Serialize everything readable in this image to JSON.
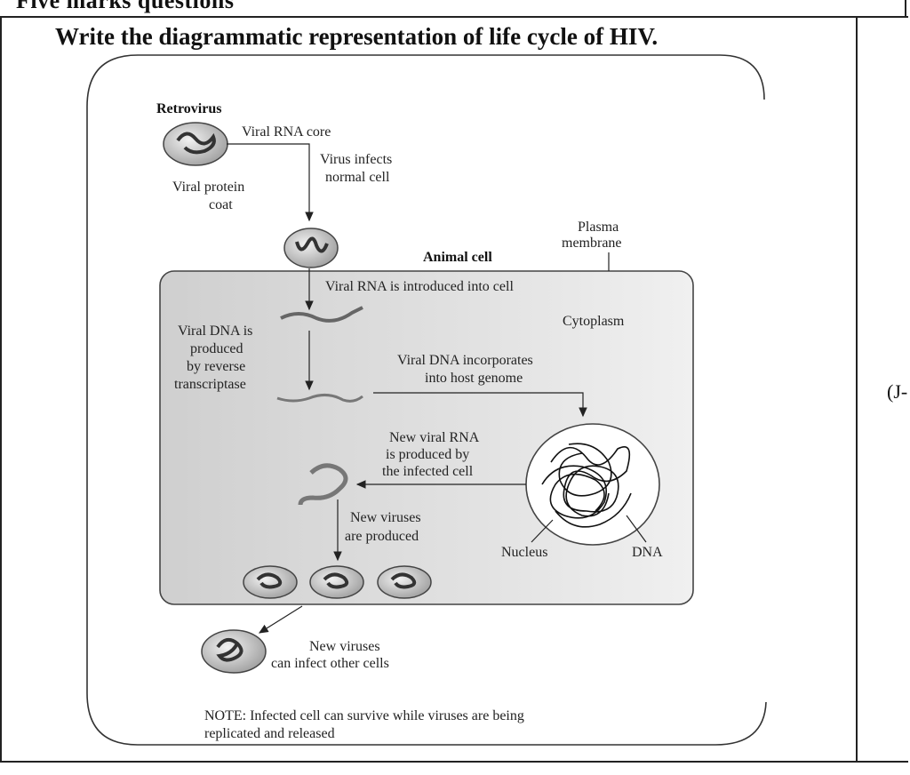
{
  "page": {
    "section_heading": "Five marks questions",
    "question": "Write the diagrammatic representation of life cycle of HIV.",
    "side_note": "(J-"
  },
  "diagram": {
    "retrovirus": "Retrovirus",
    "viral_rna_core": "Viral RNA core",
    "virus_infects": [
      "Virus infects",
      "normal cell"
    ],
    "viral_protein_coat": [
      "Viral protein",
      "coat"
    ],
    "plasma_membrane": [
      "Plasma",
      "membrane"
    ],
    "animal_cell": "Animal cell",
    "rna_introduced": "Viral RNA is introduced into cell",
    "cytoplasm": "Cytoplasm",
    "viral_dna_produced": [
      "Viral DNA is",
      "produced",
      "by reverse",
      "transcriptase"
    ],
    "dna_incorporates": [
      "Viral DNA incorporates",
      "into host genome"
    ],
    "new_viral_rna": [
      "New viral RNA",
      "is produced by",
      "the infected cell"
    ],
    "new_viruses_produced": [
      "New viruses",
      "are produced"
    ],
    "nucleus": "Nucleus",
    "dna": "DNA",
    "new_viruses_infect": [
      "New viruses",
      "can infect other cells"
    ],
    "note": [
      "NOTE: Infected cell can survive while viruses are being",
      "replicated and released"
    ]
  }
}
